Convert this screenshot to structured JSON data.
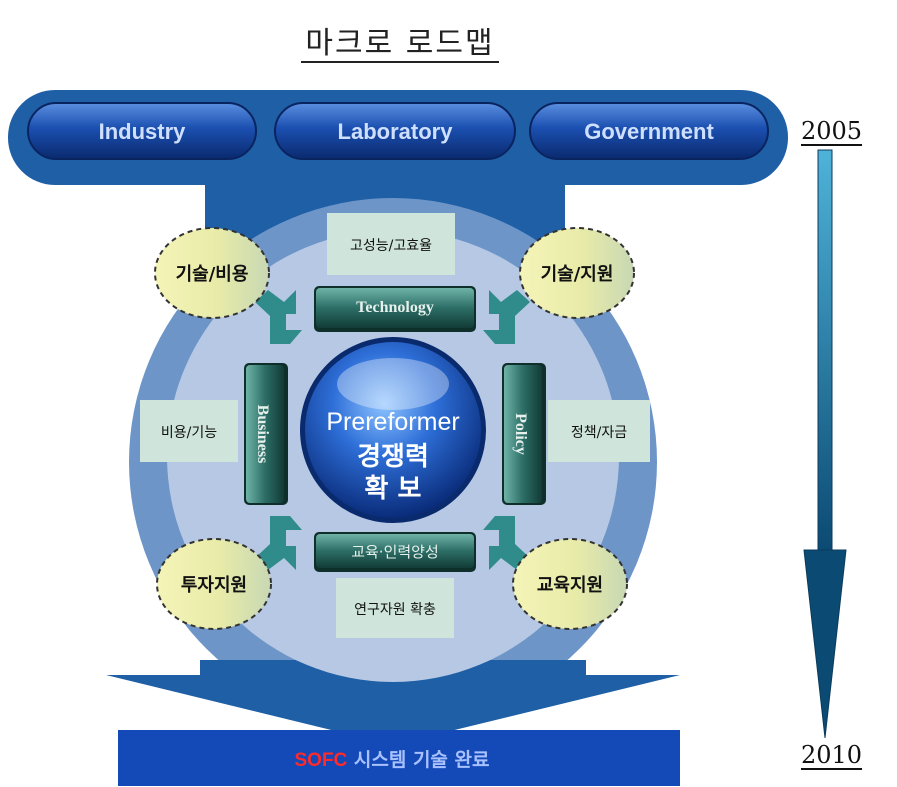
{
  "title": "마크로 로드맵",
  "years": {
    "start": "2005",
    "end": "2010"
  },
  "top_bar": [
    "Industry",
    "Laboratory",
    "Government"
  ],
  "center": {
    "line1": "Prereformer",
    "line2": "경쟁력",
    "line3": "확 보"
  },
  "bars": {
    "top": "Technology",
    "left": "Business",
    "right": "Policy",
    "bottom": "교육·인력양성"
  },
  "boxes": {
    "top": "고성능/고효율",
    "left": "비용/기능",
    "right": "정책/자금",
    "bottom": "연구자원 확충"
  },
  "ovals": {
    "top_left": "기술/비용",
    "top_right": "기술/지원",
    "bottom_left": "투자지원",
    "bottom_right": "교육지원"
  },
  "bottom_banner": {
    "highlight": "SOFC",
    "rest": " 시스템 기술 완료"
  },
  "colors": {
    "outer_frame": "#1f5fa6",
    "pill": "#0d3c8c",
    "inner_circle": "#b6c8e4",
    "bar_green": "#2f7a72",
    "arrow_teal": "#2f8c8a",
    "oval_fill": "#efefb0",
    "box_fill": "#cfe5dc",
    "banner": "#1449b8",
    "banner_highlight": "#ff2a2a",
    "banner_text": "#a9c2ff"
  }
}
